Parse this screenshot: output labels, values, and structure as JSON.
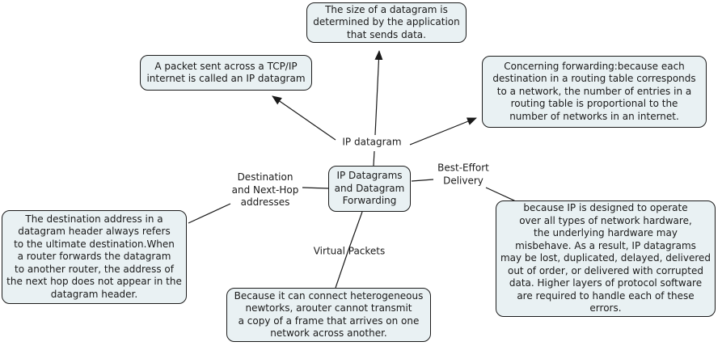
{
  "diagram": {
    "type": "concept-map",
    "topic": "IP Datagrams and Datagram Forwarding",
    "colors": {
      "background": "#ffffff",
      "node_fill": "#e9f1f3",
      "node_border": "#1c1c1c",
      "line": "#1a1a1a",
      "text": "#1a1a1a"
    },
    "nodes": {
      "center": {
        "text": "IP Datagrams\nand Datagram\nForwarding"
      },
      "datagram_size": {
        "text": "The size of a datagram is\ndetermined by the application\nthat sends data."
      },
      "packet_definition": {
        "text": "A packet sent across a TCP/IP\ninternet is called an IP datagram"
      },
      "forwarding_note": {
        "text": "Concerning forwarding:because each\ndestination in a routing table corresponds\nto a network, the number of entries in a\nrouting table is proportional to the\nnumber of networks in an internet."
      },
      "destination_address": {
        "text": "The destination address in a\ndatagram header always refers\nto the ultimate destination.When\na router forwards the datagram\nto another router, the address of\nthe next hop does not appear in the\ndatagram header."
      },
      "best_effort_detail": {
        "text": "because IP is designed to operate\nover all types of network hardware,\nthe underlying hardware may\nmisbehave. As a result, IP datagrams\nmay be lost, duplicated, delayed, delivered\nout of order, or delivered with corrupted\ndata. Higher layers of protocol software\nare required to handle each of these\nerrors."
      },
      "virtual_packet_detail": {
        "text": "Because it can connect heterogeneous\nnewtorks, arouter cannot transmit\na copy of a frame that arrives on one\nnetwork across another."
      }
    },
    "labels": {
      "ip_datagram": {
        "text": "IP datagram"
      },
      "dest_next_hop": {
        "text": "Destination\nand Next-Hop\naddresses"
      },
      "best_effort": {
        "text": "Best-Effort\nDelivery"
      },
      "virtual_packets": {
        "text": "Virtual Packets"
      }
    },
    "edges": [
      {
        "from": "ip_datagram",
        "to": "datagram_size",
        "arrow": true
      },
      {
        "from": "ip_datagram",
        "to": "packet_definition",
        "arrow": true
      },
      {
        "from": "ip_datagram",
        "to": "forwarding_note",
        "arrow": true
      },
      {
        "from": "center",
        "to": "ip_datagram",
        "arrow": false
      },
      {
        "from": "center",
        "to": "dest_next_hop",
        "arrow": false
      },
      {
        "from": "dest_next_hop",
        "to": "destination_address",
        "arrow": false
      },
      {
        "from": "center",
        "to": "best_effort",
        "arrow": false
      },
      {
        "from": "best_effort",
        "to": "best_effort_detail",
        "arrow": false
      },
      {
        "from": "center",
        "to": "virtual_packets",
        "arrow": false
      },
      {
        "from": "virtual_packets",
        "to": "virtual_packet_detail",
        "arrow": false
      }
    ]
  }
}
